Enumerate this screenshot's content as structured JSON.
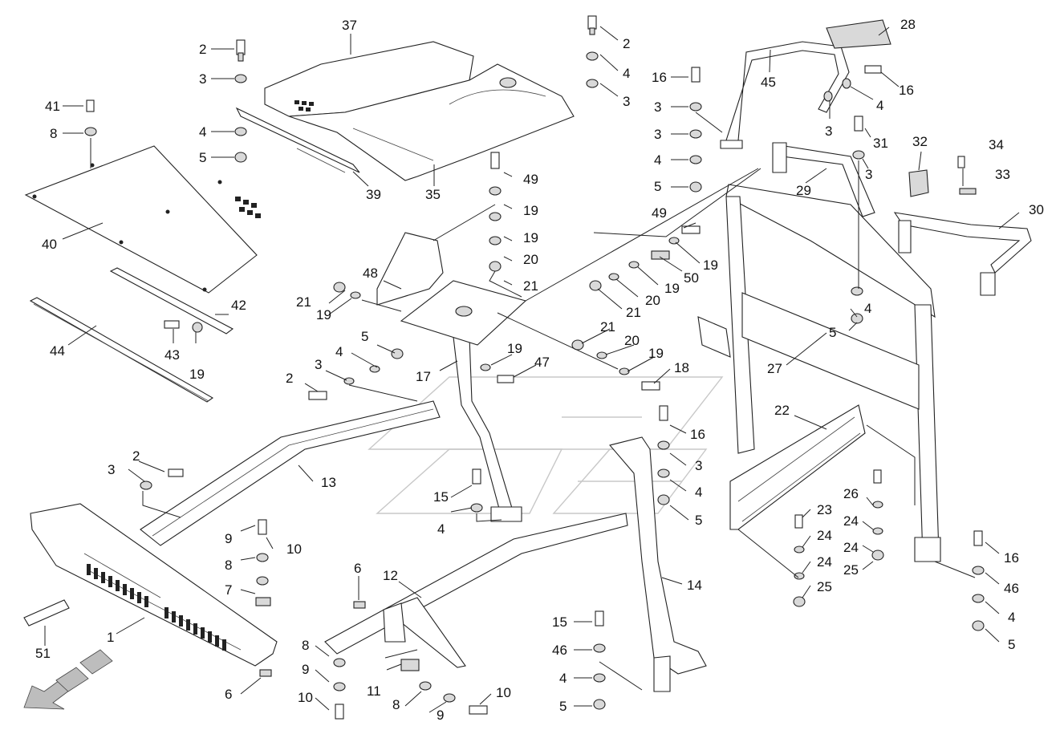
{
  "callouts": [
    {
      "id": "c37",
      "text": "37"
    },
    {
      "id": "c2a",
      "text": "2"
    },
    {
      "id": "c3a",
      "text": "3"
    },
    {
      "id": "c4a",
      "text": "4"
    },
    {
      "id": "c5a",
      "text": "5"
    },
    {
      "id": "c39",
      "text": "39"
    },
    {
      "id": "c35",
      "text": "35"
    },
    {
      "id": "c41",
      "text": "41"
    },
    {
      "id": "c8a",
      "text": "8"
    },
    {
      "id": "c40",
      "text": "40"
    },
    {
      "id": "c42",
      "text": "42"
    },
    {
      "id": "c44",
      "text": "44"
    },
    {
      "id": "c43",
      "text": "43"
    },
    {
      "id": "c19a",
      "text": "19"
    },
    {
      "id": "c2b",
      "text": "2"
    },
    {
      "id": "c4b",
      "text": "4"
    },
    {
      "id": "c3b",
      "text": "3"
    },
    {
      "id": "c16a",
      "text": "16"
    },
    {
      "id": "c3c",
      "text": "3"
    },
    {
      "id": "c3d",
      "text": "3"
    },
    {
      "id": "c4c",
      "text": "4"
    },
    {
      "id": "c5b",
      "text": "5"
    },
    {
      "id": "c45",
      "text": "45"
    },
    {
      "id": "c28",
      "text": "28"
    },
    {
      "id": "c16b",
      "text": "16"
    },
    {
      "id": "c4d",
      "text": "4"
    },
    {
      "id": "c3e",
      "text": "3"
    },
    {
      "id": "c31",
      "text": "31"
    },
    {
      "id": "c3f",
      "text": "3"
    },
    {
      "id": "c32",
      "text": "32"
    },
    {
      "id": "c34",
      "text": "34"
    },
    {
      "id": "c33",
      "text": "33"
    },
    {
      "id": "c29",
      "text": "29"
    },
    {
      "id": "c30",
      "text": "30"
    },
    {
      "id": "c49a",
      "text": "49"
    },
    {
      "id": "c19b",
      "text": "19"
    },
    {
      "id": "c19c",
      "text": "19"
    },
    {
      "id": "c20a",
      "text": "20"
    },
    {
      "id": "c21a",
      "text": "21"
    },
    {
      "id": "c48",
      "text": "48"
    },
    {
      "id": "c21b",
      "text": "21"
    },
    {
      "id": "c19d",
      "text": "19"
    },
    {
      "id": "c49b",
      "text": "49"
    },
    {
      "id": "c19e",
      "text": "19"
    },
    {
      "id": "c50",
      "text": "50"
    },
    {
      "id": "c19f",
      "text": "19"
    },
    {
      "id": "c20b",
      "text": "20"
    },
    {
      "id": "c21c",
      "text": "21"
    },
    {
      "id": "c4e",
      "text": "4"
    },
    {
      "id": "c5c",
      "text": "5"
    },
    {
      "id": "c3g",
      "text": "3"
    },
    {
      "id": "c2c",
      "text": "2"
    },
    {
      "id": "c17",
      "text": "17"
    },
    {
      "id": "c19g",
      "text": "19"
    },
    {
      "id": "c47",
      "text": "47"
    },
    {
      "id": "c21d",
      "text": "21"
    },
    {
      "id": "c20c",
      "text": "20"
    },
    {
      "id": "c19h",
      "text": "19"
    },
    {
      "id": "c18",
      "text": "18"
    },
    {
      "id": "c4f",
      "text": "4"
    },
    {
      "id": "c5d",
      "text": "5"
    },
    {
      "id": "c27",
      "text": "27"
    },
    {
      "id": "c2d",
      "text": "2"
    },
    {
      "id": "c3h",
      "text": "3"
    },
    {
      "id": "c13",
      "text": "13"
    },
    {
      "id": "c15a",
      "text": "15"
    },
    {
      "id": "c4g",
      "text": "4"
    },
    {
      "id": "c16c",
      "text": "16"
    },
    {
      "id": "c3i",
      "text": "3"
    },
    {
      "id": "c4h",
      "text": "4"
    },
    {
      "id": "c5e",
      "text": "5"
    },
    {
      "id": "c22",
      "text": "22"
    },
    {
      "id": "c26",
      "text": "26"
    },
    {
      "id": "c24a",
      "text": "24"
    },
    {
      "id": "c24b",
      "text": "24"
    },
    {
      "id": "c25a",
      "text": "25"
    },
    {
      "id": "c23",
      "text": "23"
    },
    {
      "id": "c24c",
      "text": "24"
    },
    {
      "id": "c24d",
      "text": "24"
    },
    {
      "id": "c25b",
      "text": "25"
    },
    {
      "id": "c9a",
      "text": "9"
    },
    {
      "id": "c10a",
      "text": "10"
    },
    {
      "id": "c8b",
      "text": "8"
    },
    {
      "id": "c7",
      "text": "7"
    },
    {
      "id": "c1",
      "text": "1"
    },
    {
      "id": "c6a",
      "text": "6"
    },
    {
      "id": "c51",
      "text": "51"
    },
    {
      "id": "c6b",
      "text": "6"
    },
    {
      "id": "c12",
      "text": "12"
    },
    {
      "id": "c8c",
      "text": "8"
    },
    {
      "id": "c9b",
      "text": "9"
    },
    {
      "id": "c10b",
      "text": "10"
    },
    {
      "id": "c11",
      "text": "11"
    },
    {
      "id": "c8d",
      "text": "8"
    },
    {
      "id": "c9c",
      "text": "9"
    },
    {
      "id": "c10c",
      "text": "10"
    },
    {
      "id": "c14",
      "text": "14"
    },
    {
      "id": "c15b",
      "text": "15"
    },
    {
      "id": "c46a",
      "text": "46"
    },
    {
      "id": "c4i",
      "text": "4"
    },
    {
      "id": "c5f",
      "text": "5"
    },
    {
      "id": "c16d",
      "text": "16"
    },
    {
      "id": "c46b",
      "text": "46"
    },
    {
      "id": "c4j",
      "text": "4"
    },
    {
      "id": "c5g",
      "text": "5"
    }
  ]
}
